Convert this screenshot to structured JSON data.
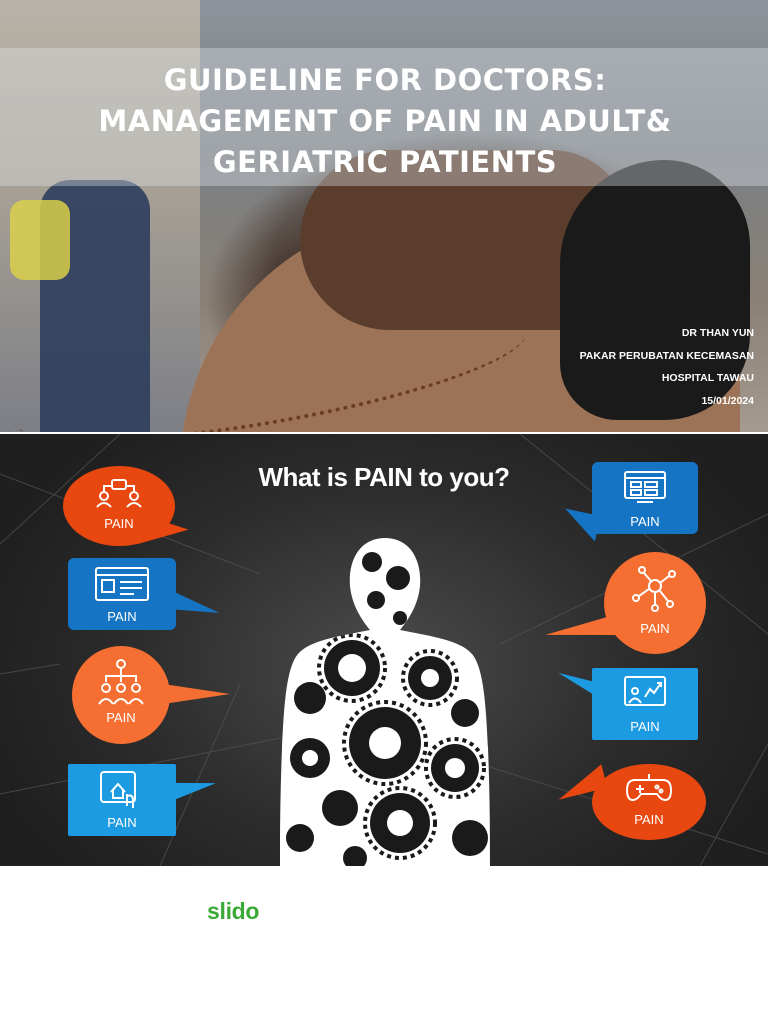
{
  "slide1": {
    "title_lines": [
      "GUIDELINE FOR DOCTORS:",
      "MANAGEMENT OF PAIN IN ADULT&",
      "GERIATRIC  PATIENTS"
    ],
    "presenter": [
      "DR THAN YUN",
      "PAKAR PERUBATAN KECEMASAN",
      "HOSPITAL TAWAU",
      "15/01/2024"
    ]
  },
  "slide2": {
    "question": "What is PAIN to you?",
    "colors": {
      "orange_red": "#e8470f",
      "orange": "#f56f32",
      "blue": "#1575c4",
      "light_blue": "#1d9be2"
    },
    "bubbles": [
      {
        "label": "PAIN",
        "icon": "team-network-icon"
      },
      {
        "label": "PAIN",
        "icon": "browser-window-icon"
      },
      {
        "label": "PAIN",
        "icon": "org-chart-icon"
      },
      {
        "label": "PAIN",
        "icon": "tablet-touch-icon"
      },
      {
        "label": "PAIN",
        "icon": "dashboard-panel-icon"
      },
      {
        "label": "PAIN",
        "icon": "hub-network-icon"
      },
      {
        "label": "PAIN",
        "icon": "analytics-presenter-icon"
      },
      {
        "label": "PAIN",
        "icon": "gamepad-icon"
      }
    ]
  },
  "footer": {
    "brand": "slido"
  }
}
